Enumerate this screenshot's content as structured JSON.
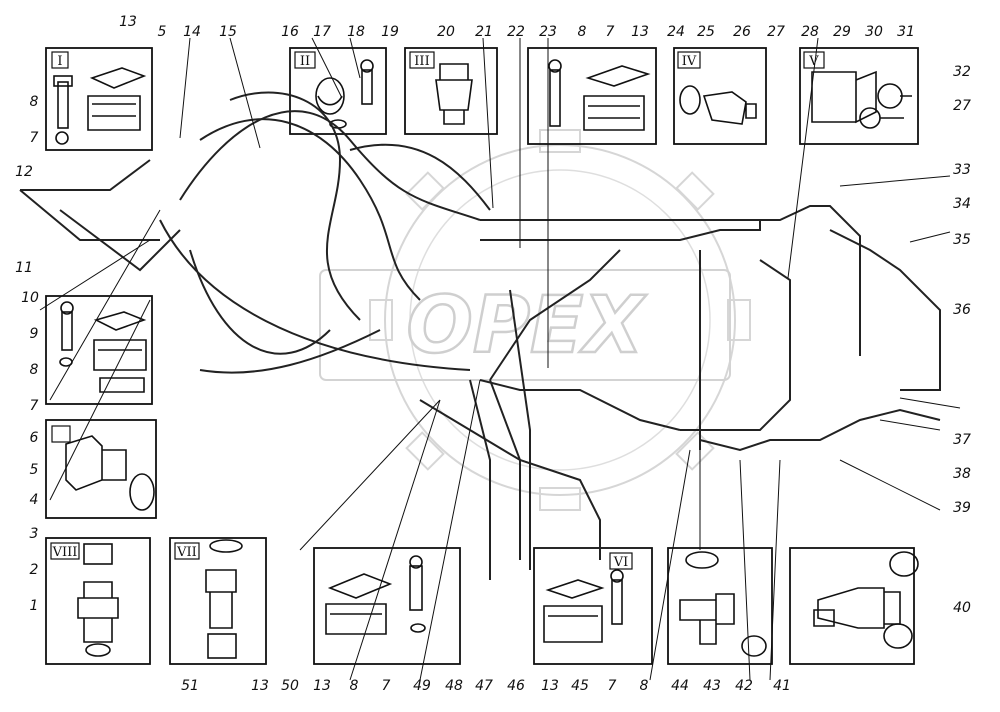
{
  "diagram": {
    "callouts": [
      "1",
      "2",
      "3",
      "4",
      "5",
      "6",
      "7",
      "8",
      "9",
      "10",
      "11",
      "12",
      "13",
      "14",
      "15",
      "16",
      "17",
      "18",
      "19",
      "20",
      "21",
      "22",
      "23",
      "24",
      "25",
      "26",
      "27",
      "28",
      "29",
      "30",
      "31",
      "32",
      "33",
      "34",
      "35",
      "36",
      "37",
      "38",
      "39",
      "40",
      "41",
      "42",
      "43",
      "44",
      "45",
      "46",
      "47",
      "48",
      "49",
      "50",
      "51"
    ],
    "detail_views": [
      "I",
      "II",
      "III",
      "IV",
      "V",
      "VI",
      "VII",
      "VIII"
    ],
    "watermark": "OPEX"
  }
}
